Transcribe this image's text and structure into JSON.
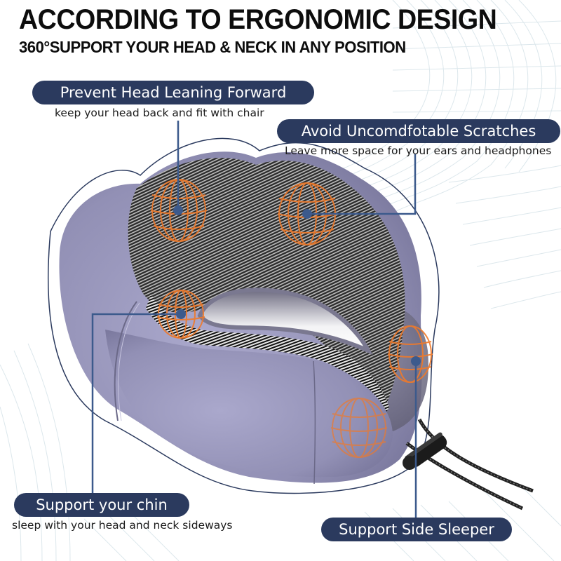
{
  "header": {
    "title": "ACCORDING TO ERGONOMIC DESIGN",
    "subtitle": "360°SUPPORT YOUR HEAD & NECK IN ANY POSITION"
  },
  "callouts": [
    {
      "id": "head-forward",
      "title": "Prevent Head Leaning Forward",
      "caption": "keep your head back and fit with chair"
    },
    {
      "id": "scratches",
      "title": "Avoid Uncomdfotable Scratches",
      "caption": "Leave more space for your ears and headphones"
    },
    {
      "id": "chin",
      "title": "Support your chin",
      "caption": "sleep with your head and neck sideways"
    },
    {
      "id": "side-sleeper",
      "title": "Support Side Sleeper",
      "caption": ""
    }
  ],
  "product": {
    "name": "memory foam neck pillow",
    "cover_color": "#9a98bb",
    "mesh_color": "#3a3a3a",
    "accent_orange": "#f07a2a",
    "callout_navy": "#2b3a5e",
    "leader_blue": "#3c5a8c",
    "accessory": "drawstring toggle"
  }
}
